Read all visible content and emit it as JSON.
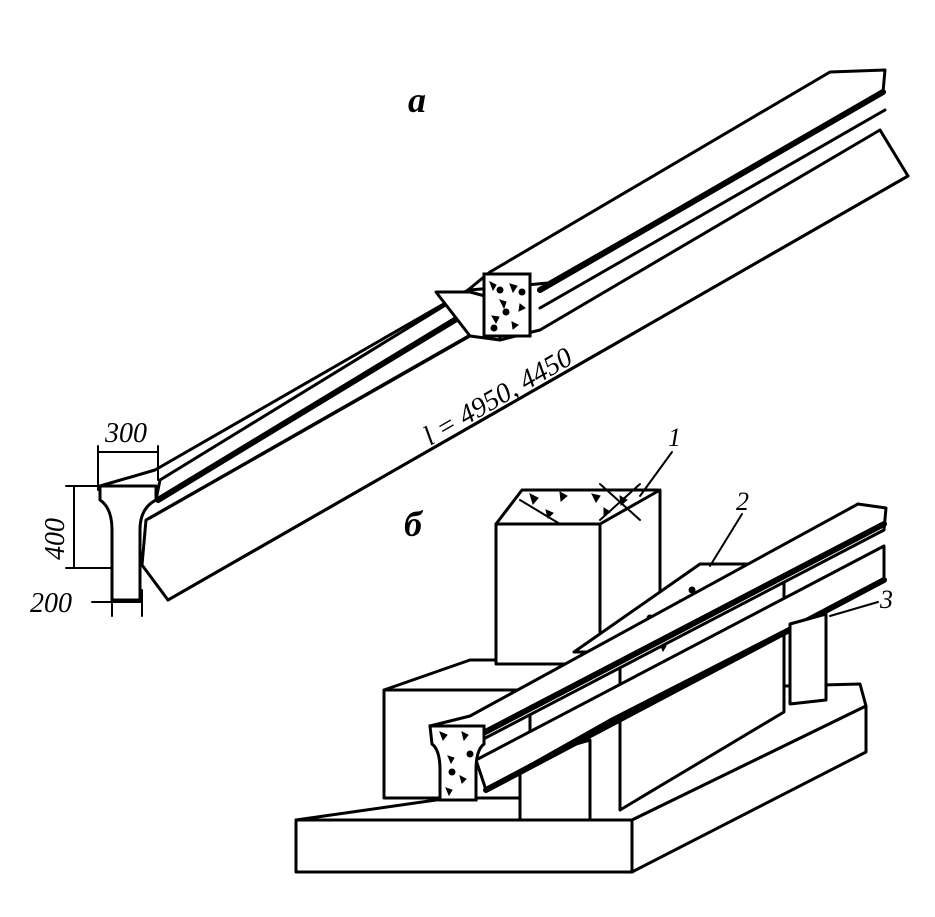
{
  "labels": {
    "view_a": "а",
    "view_b": "б",
    "length": "l = 4950, 4450",
    "width_top": "300",
    "height": "400",
    "width_bottom": "200",
    "callout_1": "1",
    "callout_2": "2",
    "callout_3": "3"
  },
  "colors": {
    "ink": "#000000",
    "paper": "#ffffff"
  }
}
